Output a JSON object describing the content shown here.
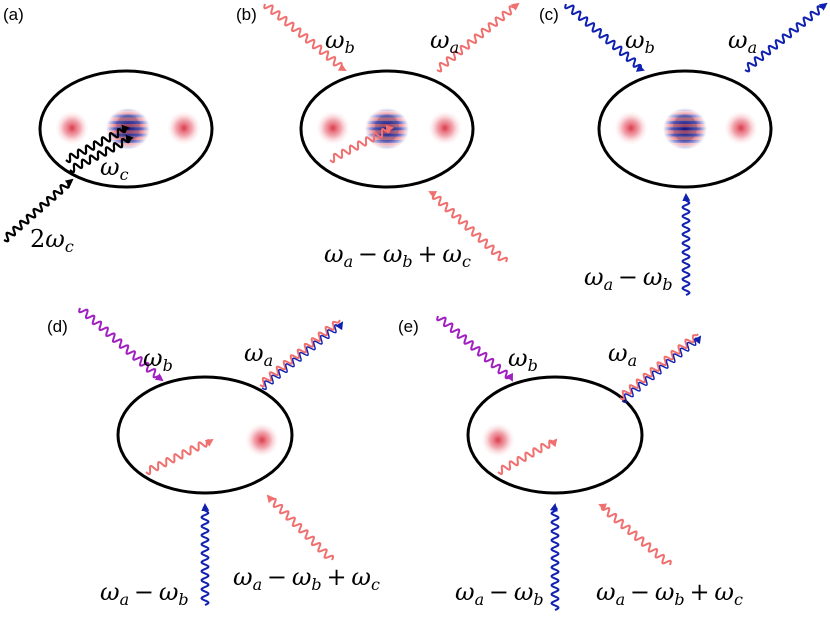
{
  "panels": {
    "a": {
      "label": "(a)",
      "labels": {
        "inner": {
          "sym": "ω",
          "sub": "c"
        },
        "outer": {
          "pre": "2",
          "sym": "ω",
          "sub": "c"
        }
      }
    },
    "b": {
      "label": "(b)",
      "labels": {
        "wb": {
          "sym": "ω",
          "sub": "b"
        },
        "wa": {
          "sym": "ω",
          "sub": "a"
        },
        "expr": [
          "ω",
          "a",
          "−",
          "ω",
          "b",
          "+",
          "ω",
          "c"
        ]
      }
    },
    "c": {
      "label": "(c)",
      "labels": {
        "wb": {
          "sym": "ω",
          "sub": "b"
        },
        "wa": {
          "sym": "ω",
          "sub": "a"
        },
        "expr": [
          "ω",
          "a",
          "−",
          "ω",
          "b"
        ]
      }
    },
    "d": {
      "label": "(d)",
      "labels": {
        "wb": {
          "sym": "ω",
          "sub": "b"
        },
        "wa": {
          "sym": "ω",
          "sub": "a"
        },
        "expr1": [
          "ω",
          "a",
          "−",
          "ω",
          "b"
        ],
        "expr2": [
          "ω",
          "a",
          "−",
          "ω",
          "b",
          "+",
          "ω",
          "c"
        ]
      }
    },
    "e": {
      "label": "(e)",
      "labels": {
        "wb": {
          "sym": "ω",
          "sub": "b"
        },
        "wa": {
          "sym": "ω",
          "sub": "a"
        },
        "expr1": [
          "ω",
          "a",
          "−",
          "ω",
          "b"
        ],
        "expr2": [
          "ω",
          "a",
          "−",
          "ω",
          "b",
          "+",
          "ω",
          "c"
        ]
      }
    }
  },
  "colors": {
    "black": "#000000",
    "red": "#f07070",
    "blue": "#1020b0",
    "purple": "#a020c0"
  }
}
